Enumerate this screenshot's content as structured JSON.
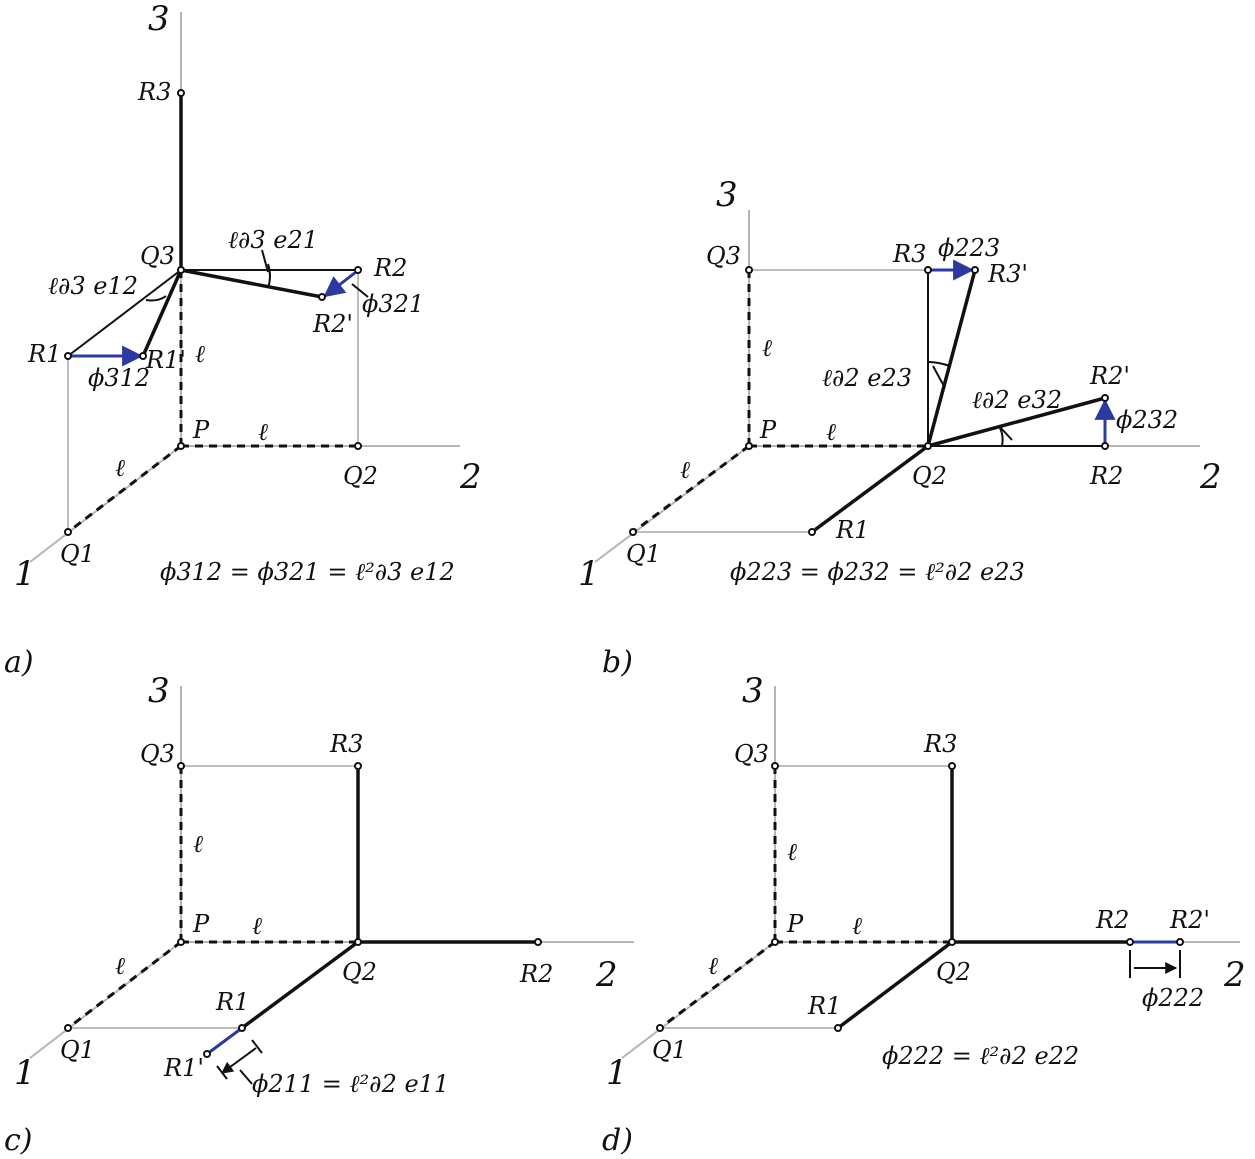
{
  "panels": {
    "a": {
      "caption": "a)",
      "axes": [
        "1",
        "2",
        "3"
      ],
      "points": [
        "P",
        "Q1",
        "Q2",
        "Q3",
        "R1",
        "R1'",
        "R2",
        "R2'",
        "R3"
      ],
      "edge_labels": [
        "ℓ",
        "ℓ",
        "ℓ"
      ],
      "annotations": [
        "ℓ∂3 e21",
        "ℓ∂3 e12",
        "ϕ321",
        "ϕ312"
      ],
      "equation": "ϕ312 = ϕ321 = ℓ²∂3 e12"
    },
    "b": {
      "caption": "b)",
      "axes": [
        "1",
        "2",
        "3"
      ],
      "points": [
        "P",
        "Q1",
        "Q2",
        "Q3",
        "R1",
        "R2",
        "R2'",
        "R3",
        "R3'"
      ],
      "edge_labels": [
        "ℓ",
        "ℓ",
        "ℓ"
      ],
      "annotations": [
        "ϕ223",
        "ℓ∂2 e23",
        "ℓ∂2 e32",
        "ϕ232"
      ],
      "equation": "ϕ223 = ϕ232 = ℓ²∂2 e23"
    },
    "c": {
      "caption": "c)",
      "axes": [
        "1",
        "2",
        "3"
      ],
      "points": [
        "P",
        "Q1",
        "Q2",
        "Q3",
        "R1",
        "R1'",
        "R2",
        "R3"
      ],
      "edge_labels": [
        "ℓ",
        "ℓ",
        "ℓ"
      ],
      "annotations": [],
      "equation": "ϕ211 = ℓ²∂2 e11"
    },
    "d": {
      "caption": "d)",
      "axes": [
        "1",
        "2",
        "3"
      ],
      "points": [
        "P",
        "Q1",
        "Q2",
        "Q3",
        "R1",
        "R2",
        "R2'",
        "R3"
      ],
      "edge_labels": [
        "ℓ",
        "ℓ",
        "ℓ"
      ],
      "annotations": [
        "ϕ222"
      ],
      "equation": "ϕ222 = ℓ²∂2 e22"
    }
  },
  "colors": {
    "ink": "#111111",
    "axis": "#b5b5b5",
    "highlight": "#2a3aa0"
  }
}
